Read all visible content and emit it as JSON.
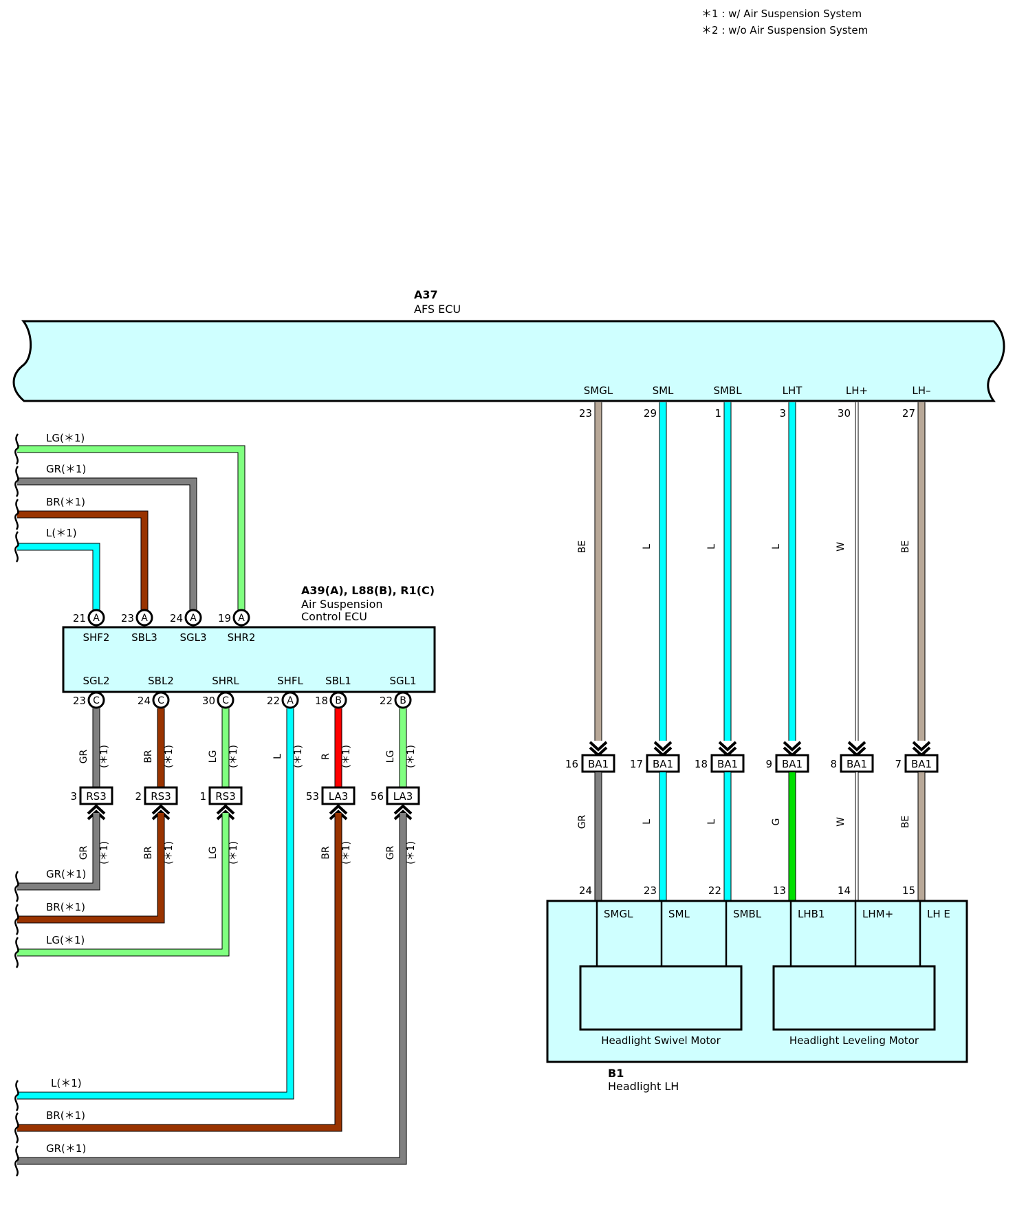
{
  "notes": [
    "＊1 : w/ Air Suspension System",
    "＊2 : w/o Air Suspension System"
  ],
  "colors": {
    "ecu_fill": "#cfffff",
    "LG": "#80ff80",
    "GR": "#808080",
    "BR": "#993300",
    "L": "#00ffff",
    "R": "#ff0000",
    "G": "#00e000",
    "BE": "#b8a898",
    "W": "#ffffff"
  },
  "afs_ecu": {
    "code": "A37",
    "name": "AFS ECU",
    "pins": [
      {
        "name": "SMGL",
        "pin": "23",
        "wire_top": "BE",
        "ba_pin": "16",
        "ba_conn": "BA1",
        "wire_bottom": "GR",
        "hl_pin": "24"
      },
      {
        "name": "SML",
        "pin": "29",
        "wire_top": "L",
        "ba_pin": "17",
        "ba_conn": "BA1",
        "wire_bottom": "L",
        "hl_pin": "23"
      },
      {
        "name": "SMBL",
        "pin": "1",
        "wire_top": "L",
        "ba_pin": "18",
        "ba_conn": "BA1",
        "wire_bottom": "L",
        "hl_pin": "22"
      },
      {
        "name": "LHT",
        "pin": "3",
        "wire_top": "L",
        "ba_pin": "9",
        "ba_conn": "BA1",
        "wire_bottom": "G",
        "hl_pin": "13"
      },
      {
        "name": "LH+",
        "pin": "30",
        "wire_top": "W",
        "ba_pin": "8",
        "ba_conn": "BA1",
        "wire_bottom": "W",
        "hl_pin": "14"
      },
      {
        "name": "LH–",
        "pin": "27",
        "wire_top": "BE",
        "ba_pin": "7",
        "ba_conn": "BA1",
        "wire_bottom": "BE",
        "hl_pin": "15"
      }
    ]
  },
  "air_ecu": {
    "code": "A39(A), L88(B), R1(C)",
    "name_line1": "Air Suspension",
    "name_line2": "Control ECU",
    "top_pins": [
      {
        "pin": "21",
        "conn": "A",
        "name": "SHF2",
        "wire": "L(＊1)",
        "color": "L"
      },
      {
        "pin": "23",
        "conn": "A",
        "name": "SBL3",
        "wire": "BR(＊1)",
        "color": "BR"
      },
      {
        "pin": "24",
        "conn": "A",
        "name": "SGL3",
        "wire": "GR(＊1)",
        "color": "GR"
      },
      {
        "pin": "19",
        "conn": "A",
        "name": "SHR2",
        "wire": "LG(＊1)",
        "color": "LG"
      }
    ],
    "bottom_pins": [
      {
        "pin": "23",
        "conn": "C",
        "name": "SGL2",
        "wire": "GR",
        "star": "(＊1)",
        "color": "GR",
        "j_pin": "3",
        "j_conn": "RS3",
        "wire2": "GR",
        "star2": "(＊1)",
        "lead": "GR(＊1)"
      },
      {
        "pin": "24",
        "conn": "C",
        "name": "SBL2",
        "wire": "BR",
        "star": "(＊1)",
        "color": "BR",
        "j_pin": "2",
        "j_conn": "RS3",
        "wire2": "BR",
        "star2": "(＊1)",
        "lead": "BR(＊1)"
      },
      {
        "pin": "30",
        "conn": "C",
        "name": "SHRL",
        "wire": "LG",
        "star": "(＊1)",
        "color": "LG",
        "j_pin": "1",
        "j_conn": "RS3",
        "wire2": "LG",
        "star2": "(＊1)",
        "lead": "LG(＊1)"
      },
      {
        "pin": "22",
        "conn": "A",
        "name": "SHFL",
        "wire": "L",
        "star": "(＊1)",
        "color": "L",
        "lead": "L(＊1)"
      },
      {
        "pin": "18",
        "conn": "B",
        "name": "SBL1",
        "wire": "R",
        "star": "(＊1)",
        "color": "R",
        "j_pin": "53",
        "j_conn": "LA3",
        "wire2": "BR",
        "star2": "(＊1)",
        "color2": "BR",
        "lead": "BR(＊1)"
      },
      {
        "pin": "22",
        "conn": "B",
        "name": "SGL1",
        "wire": "LG",
        "star": "(＊1)",
        "color": "LG",
        "j_pin": "56",
        "j_conn": "LA3",
        "wire2": "GR",
        "star2": "(＊1)",
        "color2": "GR",
        "lead": "GR(＊1)"
      }
    ]
  },
  "headlight": {
    "code": "B1",
    "name": "Headlight LH",
    "terminals": [
      "SMGL",
      "SML",
      "SMBL",
      "LHB1",
      "LHM+",
      "LH E"
    ],
    "swivel_motor": "Headlight Swivel Motor",
    "leveling_motor": "Headlight Leveling Motor"
  }
}
